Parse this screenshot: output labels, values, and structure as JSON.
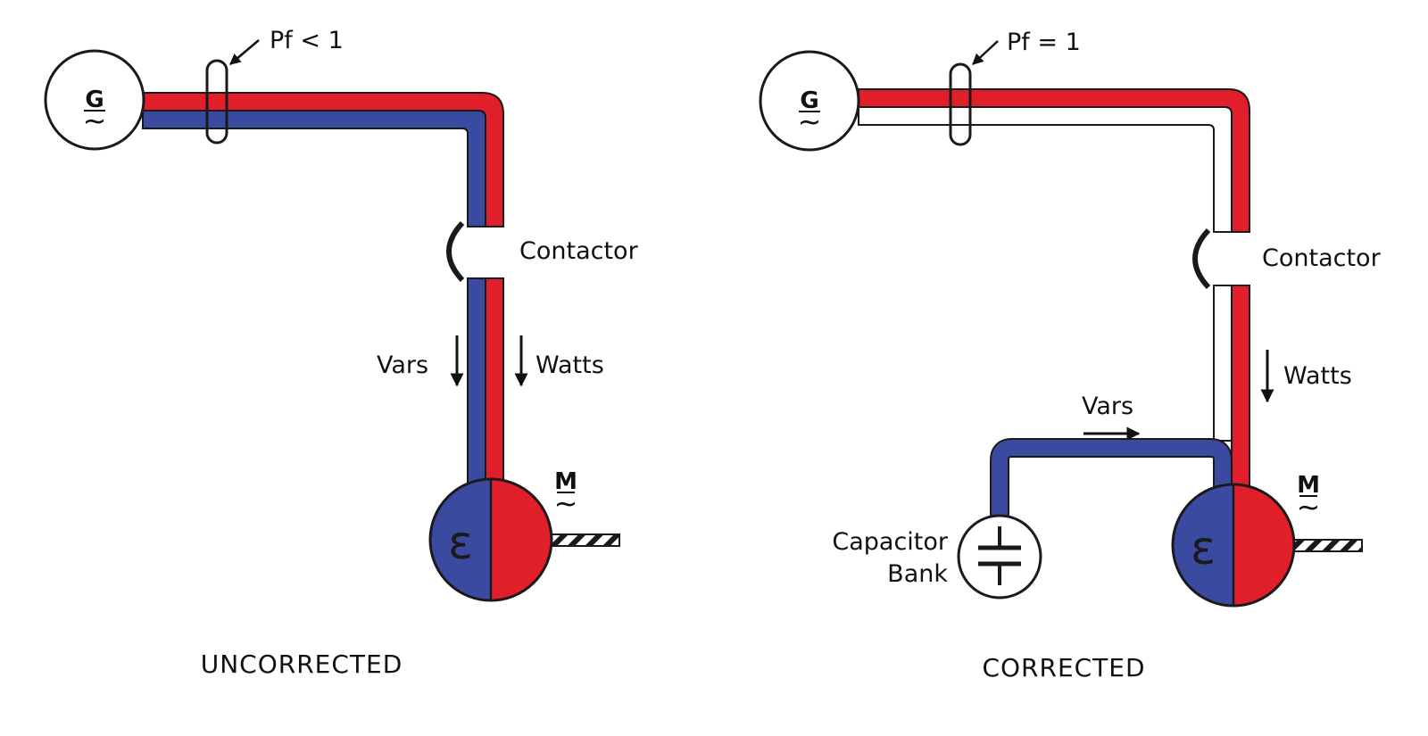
{
  "colors": {
    "watts": "#e01f2b",
    "vars": "#3a4aa0",
    "outline": "#1a1a1a",
    "background": "#ffffff"
  },
  "uncorrected": {
    "caption": "UNCORRECTED",
    "generator_symbol": "G",
    "generator_tilde": "~",
    "pf_label": "Pf < 1",
    "contactor_label": "Contactor",
    "vars_label": "Vars",
    "watts_label": "Watts",
    "motor_symbol": "M",
    "motor_tilde": "~",
    "motor_winding_glyph": "ε"
  },
  "corrected": {
    "caption": "CORRECTED",
    "generator_symbol": "G",
    "generator_tilde": "~",
    "pf_label": "Pf = 1",
    "contactor_label": "Contactor",
    "vars_label": "Vars",
    "watts_label": "Watts",
    "motor_symbol": "M",
    "motor_tilde": "~",
    "motor_winding_glyph": "ε",
    "capacitor_label_line1": "Capacitor",
    "capacitor_label_line2": "Bank"
  }
}
